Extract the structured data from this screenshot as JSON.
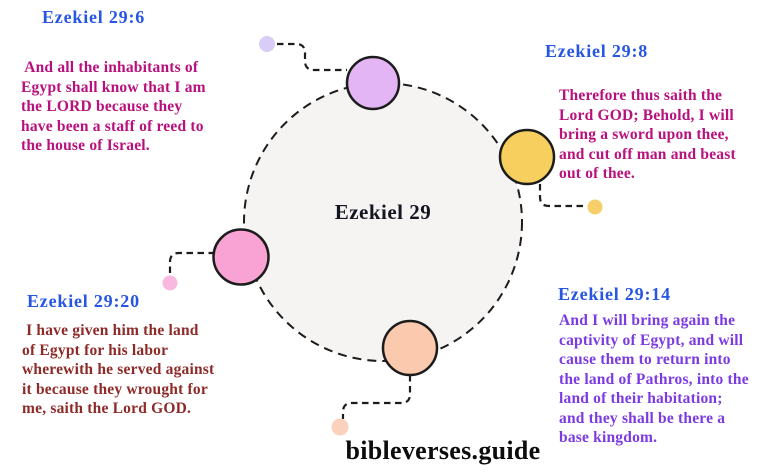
{
  "page": {
    "center_label": "Ezekiel 29",
    "footer": "bibleverses.guide"
  },
  "colors": {
    "heading_blue": "#2756e3",
    "magenta": "#b8107c",
    "maroon": "#8e2b28",
    "violet": "#7c3be2",
    "center_text": "#15151f",
    "footer_text": "#0d0d0d",
    "outline": "#1c1c1c",
    "circle_fill": "#f5f4f3",
    "node_purple": "#e3b5f4",
    "node_yellow": "#f6cf5e",
    "node_pink": "#f8a3d4",
    "node_peach": "#fbc9ae",
    "dot_lavender": "#d9ccf6",
    "dot_yellow": "#f6cf6a",
    "dot_pink": "#f9b9de",
    "dot_peach": "#fbd0bd"
  },
  "verses": [
    {
      "id": "29:6",
      "heading": "Ezekiel 29:6",
      "body": " And all the inhabitants of\nEgypt shall know that I am\nthe LORD because they\nhave been a staff of reed to\nthe house of Israel.",
      "body_color": "#b8107c"
    },
    {
      "id": "29:8",
      "heading": "Ezekiel 29:8",
      "body": "Therefore thus saith the\nLord GOD; Behold, I will\nbring a sword upon thee,\nand cut off man and beast\nout of thee.",
      "body_color": "#b8107c"
    },
    {
      "id": "29:20",
      "heading": "Ezekiel 29:20",
      "body": " I have given him the land\nof Egypt for his labor\nwherewith he served against\nit because they wrought for\nme, saith the Lord GOD.",
      "body_color": "#8e2b28"
    },
    {
      "id": "29:14",
      "heading": "Ezekiel 29:14",
      "body": "And I will bring again the\ncaptivity of Egypt, and will\ncause them to return into\nthe land of Pathros, into the\nland of their habitation;\nand they shall be there a\nbase kingdom.",
      "body_color": "#7c3be2"
    }
  ]
}
